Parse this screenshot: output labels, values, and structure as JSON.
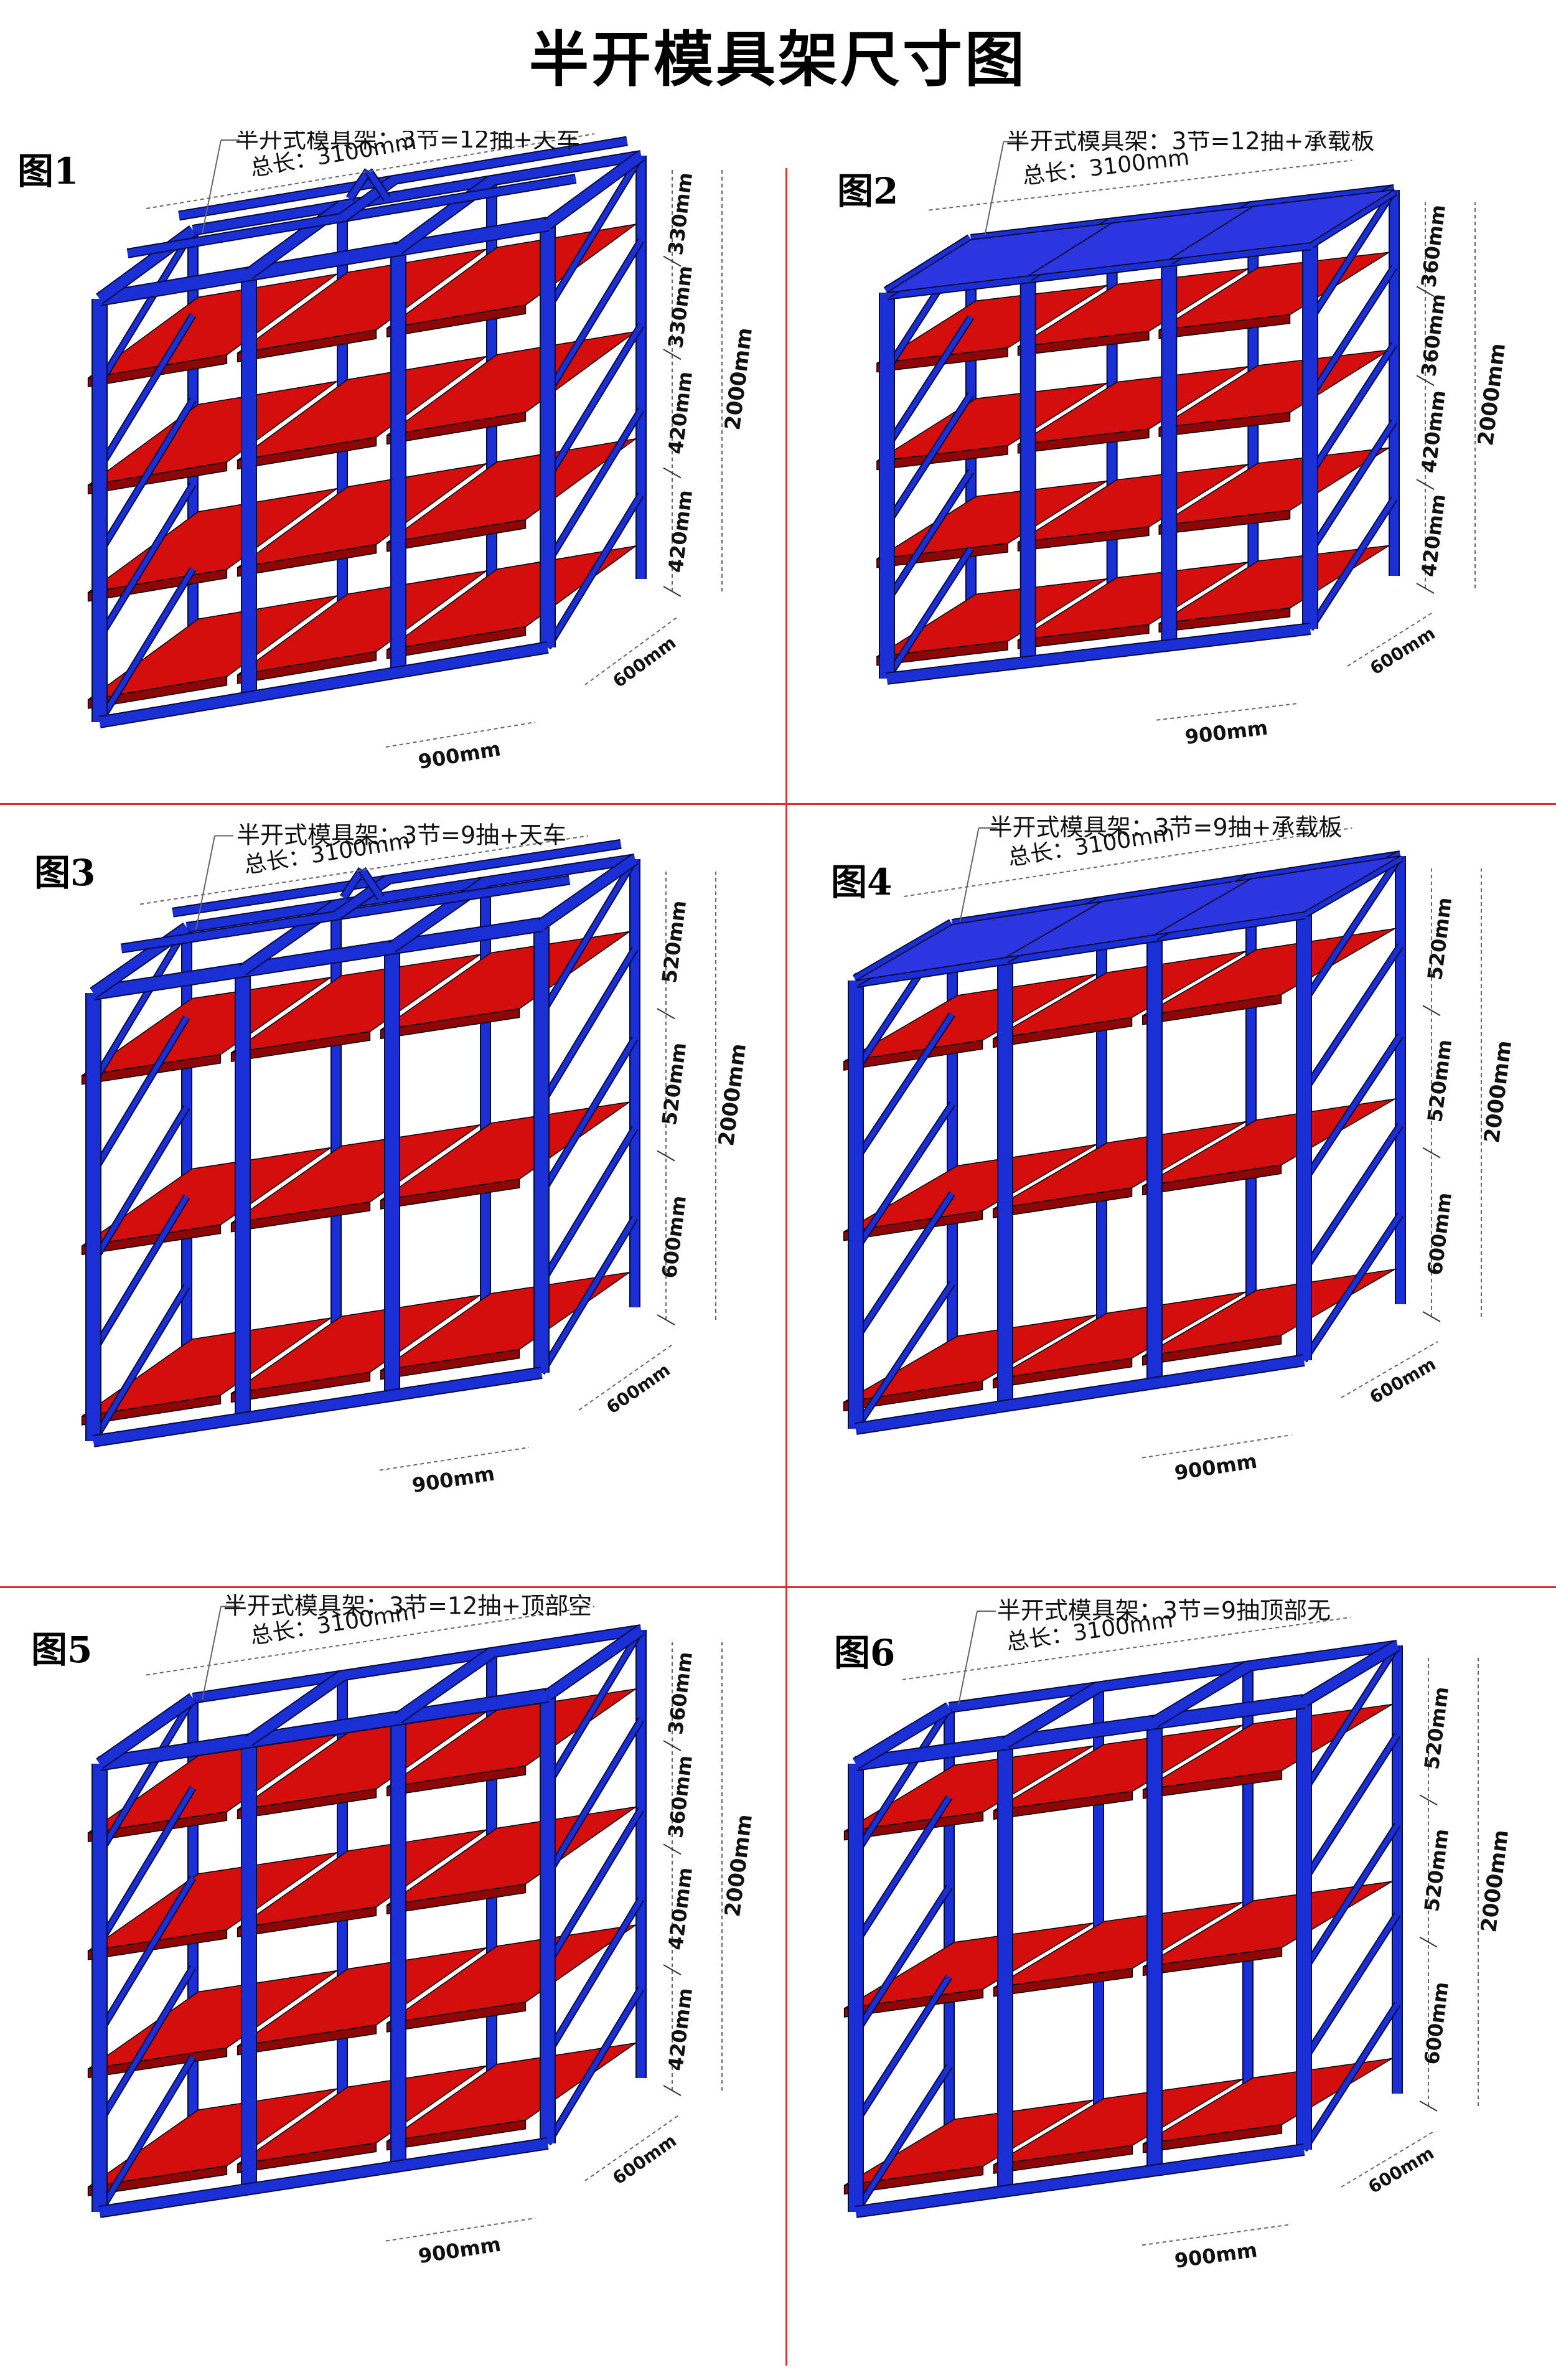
{
  "title": "半开模具架尺寸图",
  "panels": [
    {
      "label": "图1",
      "desc": "半开式模具架：3节=12抽+天车",
      "length": "总长：3100mm",
      "variant": "crane",
      "drawers": 4,
      "dims": [
        "330mm",
        "330mm",
        "420mm",
        "420mm"
      ],
      "height": "2000mm",
      "width": "900mm",
      "depth": "600mm"
    },
    {
      "label": "图2",
      "desc": "半开式模具架：3节=12抽+承载板",
      "length": "总长：3100mm",
      "variant": "plate",
      "drawers": 4,
      "dims": [
        "360mm",
        "360mm",
        "420mm",
        "420mm"
      ],
      "height": "2000mm",
      "width": "900mm",
      "depth": "600mm"
    },
    {
      "label": "图3",
      "desc": "半开式模具架：3节=9抽+天车",
      "length": "总长：3100mm",
      "variant": "crane",
      "drawers": 3,
      "dims": [
        "520mm",
        "520mm",
        "600mm"
      ],
      "height": "2000mm",
      "width": "900mm",
      "depth": "600mm"
    },
    {
      "label": "图4",
      "desc": "半开式模具架：3节=9抽+承载板",
      "length": "总长：3100mm",
      "variant": "plate",
      "drawers": 3,
      "dims": [
        "520mm",
        "520mm",
        "600mm"
      ],
      "height": "2000mm",
      "width": "900mm",
      "depth": "600mm"
    },
    {
      "label": "图5",
      "desc": "半开式模具架：3节=12抽+顶部空",
      "length": "总长：3100mm",
      "variant": "open",
      "drawers": 4,
      "dims": [
        "360mm",
        "360mm",
        "420mm",
        "420mm"
      ],
      "height": "2000mm",
      "width": "900mm",
      "depth": "600mm"
    },
    {
      "label": "图6",
      "desc": "半开式模具架：3节=9抽顶部无",
      "length": "总长：3100mm",
      "variant": "open",
      "drawers": 3,
      "dims": [
        "520mm",
        "520mm",
        "600mm"
      ],
      "height": "2000mm",
      "width": "900mm",
      "depth": "600mm"
    }
  ],
  "colors": {
    "frame": "#1a2fd6",
    "frame_dark": "#0d1a8f",
    "shelf": "#d40d0d",
    "shelf_dark": "#8e0606",
    "divider": "#d93030",
    "dim_line": "#666666"
  }
}
